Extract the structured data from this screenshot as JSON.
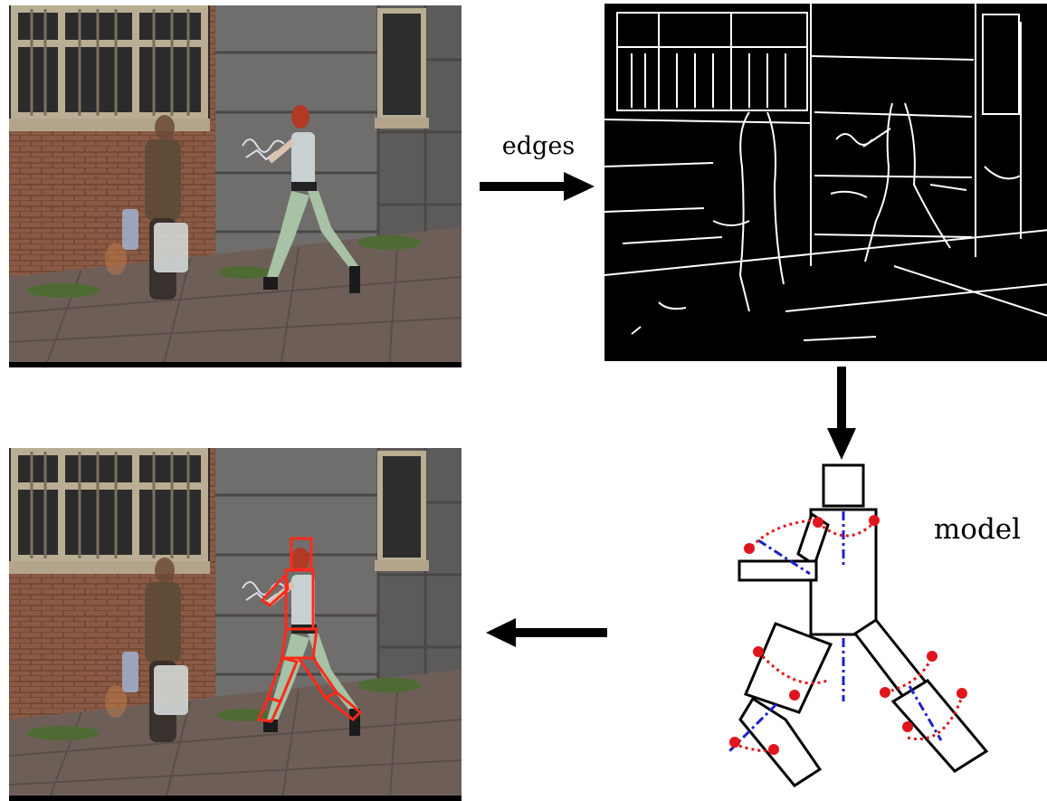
{
  "labels": {
    "edges": "edges",
    "model": "model"
  },
  "colors": {
    "edge_map_bg": "#000000",
    "edge_lines": "#ffffff",
    "model_outline": "#000000",
    "joint_dot": "#e0161c",
    "joint_arc": "#e0161c",
    "axis_line": "#1c22c8",
    "pose_overlay": "#ff2a1a",
    "wall_brick": "#8a5a44",
    "stone_block": "#6f6e6c",
    "sidewalk": "#6d5f58",
    "window_frame": "#b9ad93"
  },
  "panels": {
    "input_photo": "street-scene-two-pedestrians",
    "edge_map": "canny-edge-map",
    "body_model": "articulated-stick-model",
    "result_photo": "street-scene-with-fitted-pose"
  }
}
